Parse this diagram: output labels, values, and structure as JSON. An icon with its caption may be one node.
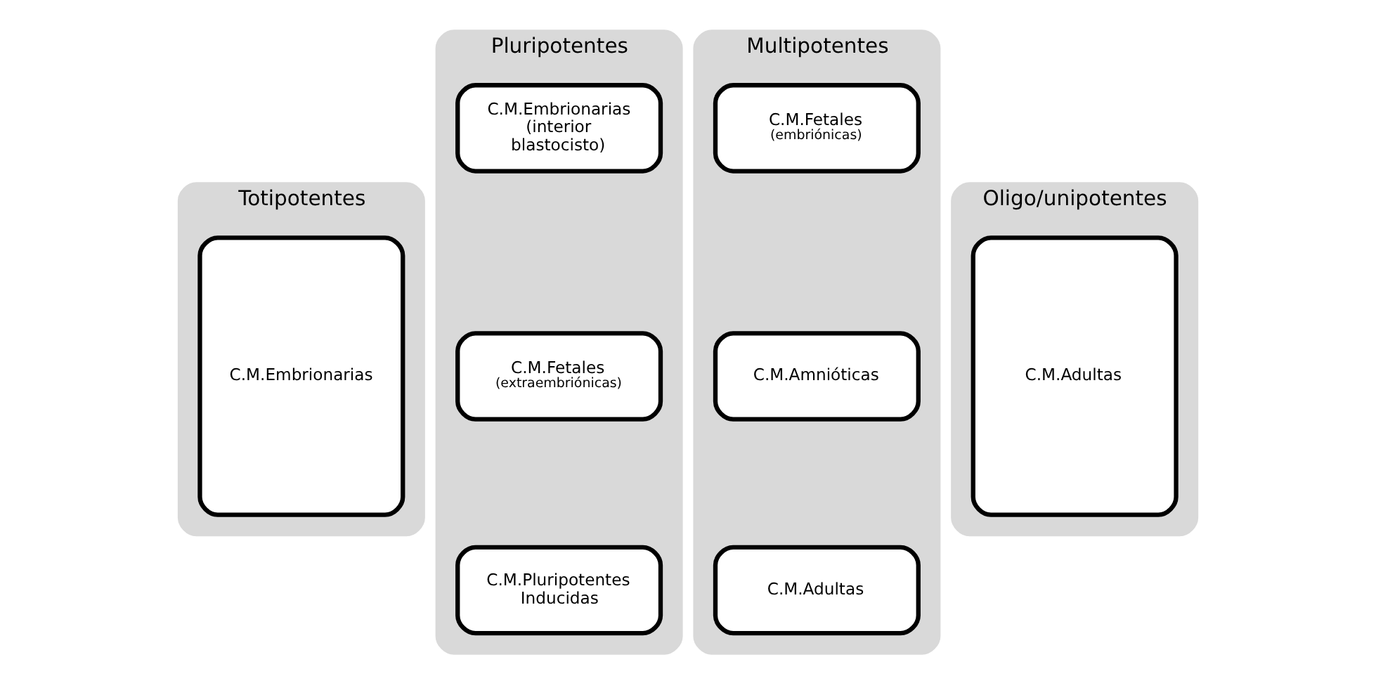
{
  "diagram": {
    "nodes": [
      {
        "text": [
          "Totipotentes"
        ]
      },
      {
        "text": [
          "C.M.Embrionarias"
        ],
        "in": 0
      },
      {
        "text": [
          "Pluripotentes"
        ]
      },
      {
        "text": [
          "C.M.Embrionarias (interior blastocisto)"
        ],
        "in": 2
      },
      {
        "text": [
          "C.M.Fetales",
          "(extraembriónicas)"
        ],
        "in": 2
      },
      {
        "text": [
          "C.M.Pluripotentes Inducidas"
        ],
        "in": 2
      },
      {
        "text": [
          "Multipotentes"
        ]
      },
      {
        "text": [
          "C.M.Fetales",
          "(embriónicas)"
        ],
        "in": 6
      },
      {
        "text": [
          "C.M.Amnióticas"
        ],
        "in": 6
      },
      {
        "text": [
          "C.M.Adultas"
        ],
        "in": 6
      },
      {
        "text": [
          "Oligo/unipotentes"
        ]
      },
      {
        "text": [
          "C.M.Adultas"
        ],
        "in": 10
      }
    ],
    "edges": []
  }
}
